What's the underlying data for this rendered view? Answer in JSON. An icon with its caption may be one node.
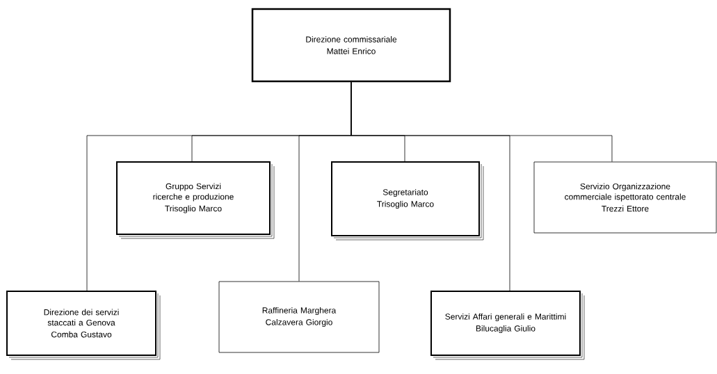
{
  "diagram": {
    "nodes": [
      {
        "text": [
          "Direzione commissariale",
          "Mattei Enrico"
        ]
      },
      {
        "text": [
          "Gruppo Servizi ricerche e produzione",
          "Trisoglio Marco"
        ]
      },
      {
        "text": [
          "Segretariato",
          "Trisoglio Marco"
        ]
      },
      {
        "text": [
          "Servizio Organizzazione commerciale ispettorato centrale",
          "Trezzi Ettore"
        ]
      },
      {
        "text": [
          "Direzione dei servizi staccati a Genova",
          "Comba Gustavo"
        ]
      },
      {
        "text": [
          "Raffineria Marghera",
          "Calzavera Giorgio"
        ]
      },
      {
        "text": [
          "Servizi Affari generali e Marittimi",
          "Bilucaglia Giulio"
        ]
      }
    ],
    "edges": [
      {
        "from": 0,
        "to": 4,
        "arrow": "none"
      },
      {
        "from": 0,
        "to": 1,
        "arrow": "none"
      },
      {
        "from": 0,
        "to": 5,
        "arrow": "none"
      },
      {
        "from": 0,
        "to": 2,
        "arrow": "none"
      },
      {
        "from": 0,
        "to": 6,
        "arrow": "none"
      },
      {
        "from": 0,
        "to": 3,
        "arrow": "none"
      }
    ]
  }
}
